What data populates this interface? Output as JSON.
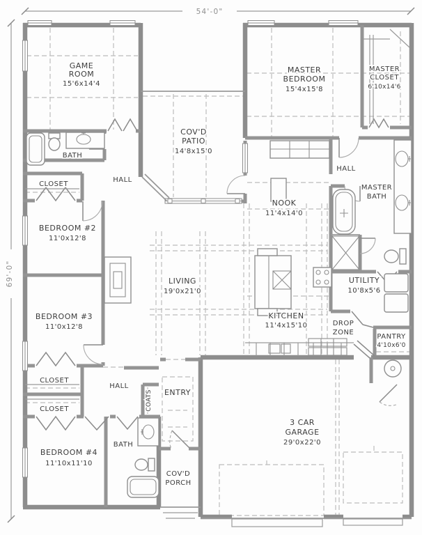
{
  "dimensions": {
    "overall_width": "54'-0\"",
    "overall_height": "69'-0\""
  },
  "rooms": {
    "game_room": {
      "lines": [
        "GAME",
        "ROOM",
        "15'6x14'4"
      ]
    },
    "master_bedroom": {
      "lines": [
        "MASTER",
        "BEDROOM",
        "15'4x15'8"
      ]
    },
    "master_closet": {
      "lines": [
        "MASTER",
        "CLOSET",
        "6'10x14'6"
      ]
    },
    "bath_upper": {
      "lines": [
        "BATH"
      ]
    },
    "hall_upper": {
      "lines": [
        "HALL"
      ]
    },
    "closet_bedroom2": {
      "lines": [
        "CLOSET"
      ]
    },
    "covd_patio": {
      "lines": [
        "COV'D",
        "PATIO",
        "14'8x15'0"
      ]
    },
    "hall_master": {
      "lines": [
        "HALL"
      ]
    },
    "master_bath": {
      "lines": [
        "MASTER",
        "BATH"
      ]
    },
    "nook": {
      "lines": [
        "NOOK",
        "11'4x14'0"
      ]
    },
    "bedroom_2": {
      "lines": [
        "BEDROOM #2",
        "11'0x12'8"
      ]
    },
    "living": {
      "lines": [
        "LIVING",
        "19'0x21'0"
      ]
    },
    "utility": {
      "lines": [
        "UTILITY",
        "10'8x5'6"
      ]
    },
    "bedroom_3": {
      "lines": [
        "BEDROOM #3",
        "11'0x12'8"
      ]
    },
    "kitchen": {
      "lines": [
        "KITCHEN",
        "11'4x15'10"
      ]
    },
    "drop_zone": {
      "lines": [
        "DROP",
        "ZONE"
      ]
    },
    "pantry": {
      "lines": [
        "PANTRY",
        "4'10x6'0"
      ]
    },
    "closet_hall_upper": {
      "lines": [
        "CLOSET"
      ]
    },
    "hall_lower": {
      "lines": [
        "HALL"
      ]
    },
    "closet_hall_lower": {
      "lines": [
        "CLOSET"
      ]
    },
    "coats": {
      "lines": [
        "COATS"
      ]
    },
    "entry": {
      "lines": [
        "ENTRY"
      ]
    },
    "bedroom_4": {
      "lines": [
        "BEDROOM #4",
        "11'10x11'10"
      ]
    },
    "bath_lower": {
      "lines": [
        "BATH"
      ]
    },
    "covd_porch": {
      "lines": [
        "COV'D",
        "PORCH"
      ]
    },
    "garage": {
      "lines": [
        "3 CAR",
        "GARAGE",
        "29'0x22'0"
      ]
    }
  },
  "colors": {
    "wall": "#8d8d8d",
    "wall_interior": "#949494",
    "dashed_line": "#bdbdbd",
    "text": "#3c3c3c",
    "dimension_text": "#8f8f8f",
    "background": "#fdfdfd"
  }
}
